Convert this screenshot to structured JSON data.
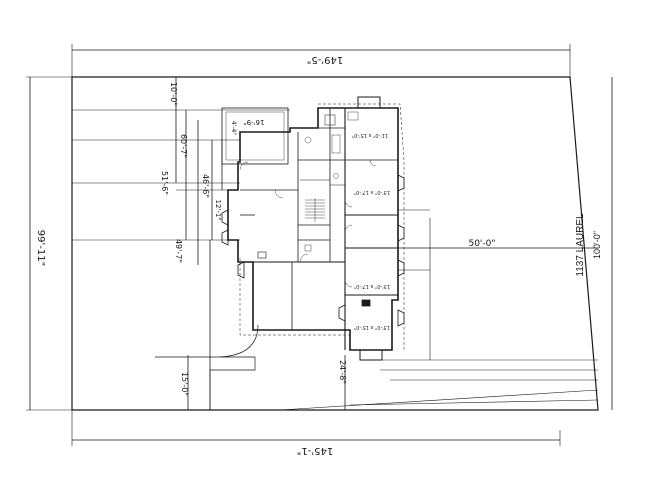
{
  "plan": {
    "top_dimension": "149'-5\"",
    "bottom_dimension": "145'-1\"",
    "left_overall": "99'-11\"",
    "dim_front_setback": "10'-0\"",
    "dim_60": "60'-7\"",
    "dim_51": "51'-6\"",
    "dim_49": "49'-7\"",
    "dim_46": "46'-6\"",
    "dim_12": "12'-1\"",
    "dim_16": "16'-9\"",
    "dim_4": "4'-4\"",
    "dim_15": "15'-0\"",
    "dim_24": "24'-8\"",
    "dim_50": "50'-0\"",
    "street_name": "1137 LAUREL",
    "street_width": "100'-0\"",
    "room_label_1": "11'-0\" x 15'-0\"",
    "room_label_2": "13'-0\" x 17'-0\"",
    "room_label_3": "13'-0\" x 17'-0\"",
    "room_label_4": "13'-0\" x 15'-0\""
  }
}
